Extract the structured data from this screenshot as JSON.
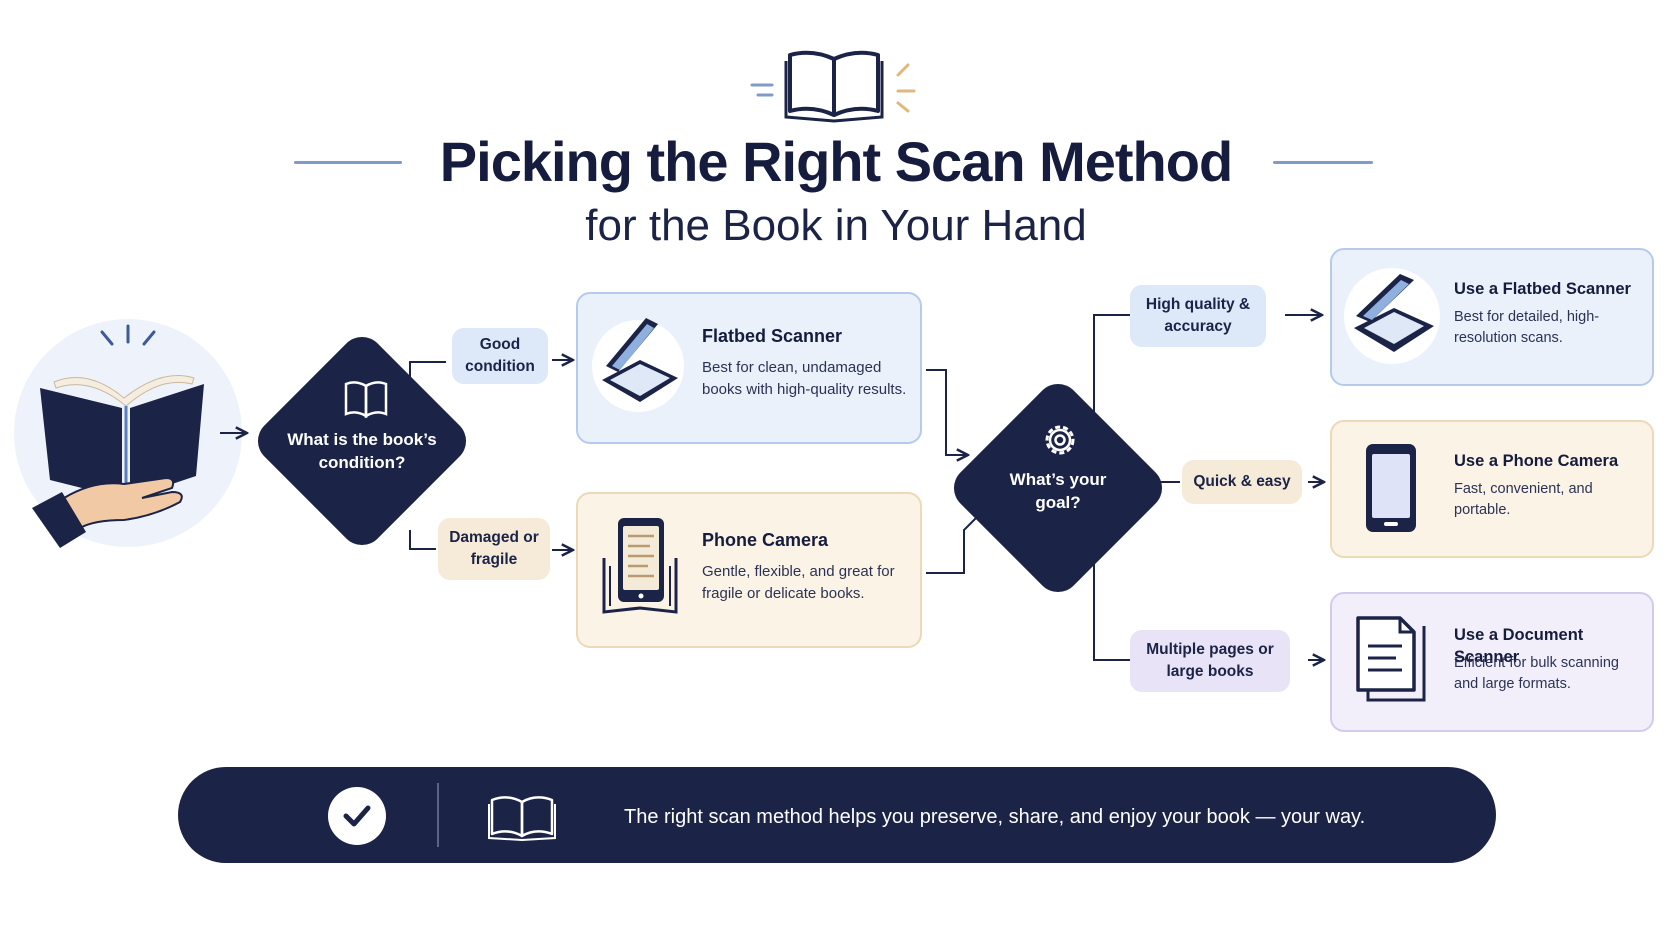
{
  "header": {
    "title": "Picking the Right Scan Method",
    "subtitle": "for the Book in Your Hand"
  },
  "decision_condition": {
    "label": "What is the book’s condition?"
  },
  "decision_goal": {
    "label": "What’s your goal?"
  },
  "branches": {
    "good": "Good condition",
    "damaged": "Damaged or fragile"
  },
  "methods": [
    {
      "title": "Flatbed Scanner",
      "description": "Best for clean, undamaged books with high-quality results.",
      "icon": "flatbed-scanner-icon"
    },
    {
      "title": "Phone Camera",
      "description": "Gentle, flexible, and great for fragile or delicate books.",
      "icon": "phone-camera-icon"
    }
  ],
  "goals": [
    {
      "label": "High quality & accuracy"
    },
    {
      "label": "Quick & easy"
    },
    {
      "label": "Multiple pages or large books"
    }
  ],
  "outcomes": [
    {
      "title": "Use a Flatbed Scanner",
      "description": "Best for detailed, high-resolution scans.",
      "icon": "flatbed-scanner-icon"
    },
    {
      "title": "Use a Phone Camera",
      "description": "Fast, convenient, and portable.",
      "icon": "smartphone-icon"
    },
    {
      "title": "Use a Document Scanner",
      "description": "Efficient for bulk scanning and large formats.",
      "icon": "document-icon"
    }
  ],
  "footer": {
    "message": "The right scan method helps you preserve, share, and enjoy your book — your way."
  },
  "colors": {
    "navy": "#1b2347",
    "blue_bg": "#eaf1fb",
    "beige_bg": "#fbf3e6",
    "purple_bg": "#f2effa",
    "accent_line": "#7f9bc8"
  }
}
